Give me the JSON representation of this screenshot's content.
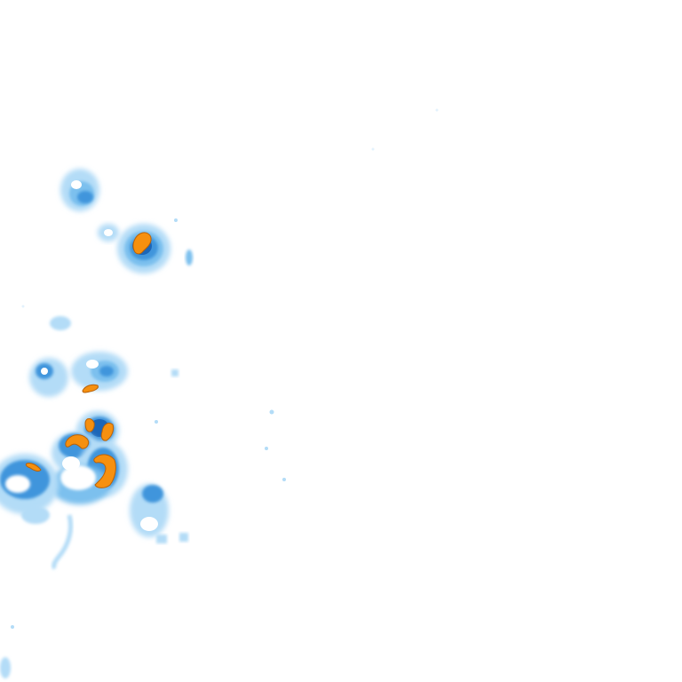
{
  "map": {
    "type": "precipitation-intensity-overlay",
    "background_color": "#ffffff",
    "legend_visible": false,
    "labels_visible": false,
    "color_scale": [
      {
        "level": "very-light",
        "color": "#e3f2fd"
      },
      {
        "level": "light",
        "color": "#b3dcf7"
      },
      {
        "level": "moderate-light",
        "color": "#7cc0ee"
      },
      {
        "level": "moderate",
        "color": "#3f95dc"
      },
      {
        "level": "heavy",
        "color": "#1c66b8"
      },
      {
        "level": "extreme",
        "color": "#f6900f"
      }
    ],
    "extreme_outline_color": "#b8620a"
  }
}
